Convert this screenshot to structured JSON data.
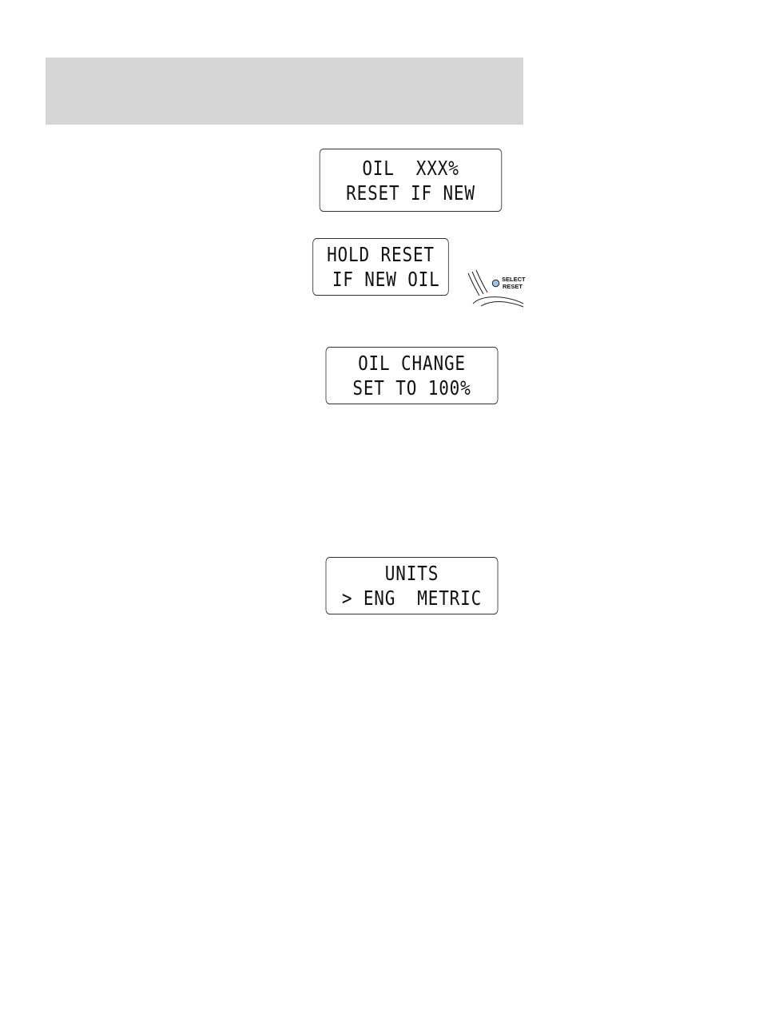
{
  "displays": [
    {
      "line1": "OIL  XXX%",
      "line2": "RESET IF NEW"
    },
    {
      "line1": "HOLD RESET",
      "line2": " IF NEW OIL"
    },
    {
      "line1": "OIL CHANGE",
      "line2": "SET TO 100%"
    },
    {
      "line1": "UNITS",
      "line2": "> ENG  METRIC"
    }
  ],
  "button": {
    "label_top": "SELECT",
    "label_bottom": "RESET",
    "icon": "select-reset-button-icon",
    "color": "#9cc6e6"
  },
  "colors": {
    "header_band": "#d6d6d6",
    "lcd_border": "#333333"
  }
}
